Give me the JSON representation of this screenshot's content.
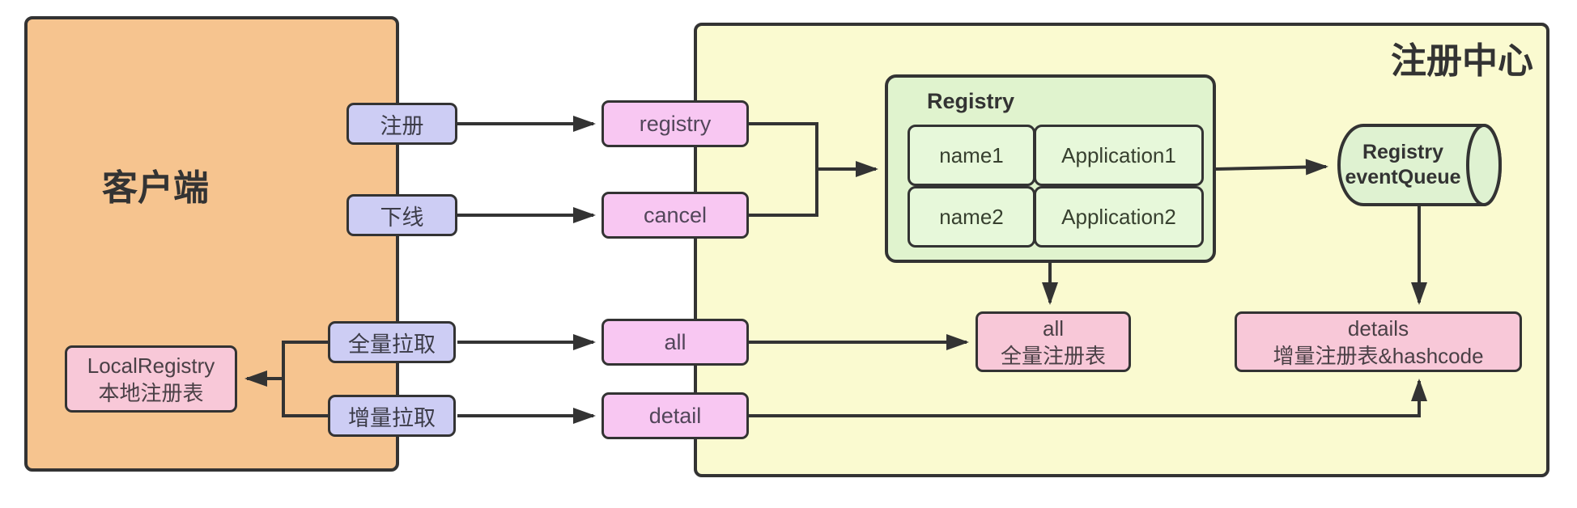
{
  "client": {
    "title": "客户端",
    "buttons": {
      "register": "注册",
      "offline": "下线",
      "full_pull": "全量拉取",
      "incremental_pull": "增量拉取"
    },
    "local_registry": {
      "line1": "LocalRegistry",
      "line2": "本地注册表"
    }
  },
  "registry_center": {
    "title": "注册中心",
    "endpoints": {
      "registry": "registry",
      "cancel": "cancel",
      "all": "all",
      "detail": "detail"
    },
    "registry_table": {
      "title": "Registry",
      "rows": [
        {
          "name": "name1",
          "application": "Application1"
        },
        {
          "name": "name2",
          "application": "Application2"
        }
      ]
    },
    "event_queue": {
      "line1": "Registry",
      "line2": "eventQueue"
    },
    "full_registry": {
      "line1": "all",
      "line2": "全量注册表"
    },
    "incremental_registry": {
      "line1": "details",
      "line2": "增量注册表&hashcode"
    }
  },
  "colors": {
    "client_fill": "#F6C48F",
    "center_fill": "#FAFAD0",
    "button_fill": "#CDCDF4",
    "endpoint_fill": "#F8C7F2",
    "store_fill": "#F8C8D8",
    "table_fill": "#E0F3CE",
    "table_cell_fill": "#E7F8DA",
    "queue_fill": "#DFF2D1",
    "line": "#333333"
  }
}
